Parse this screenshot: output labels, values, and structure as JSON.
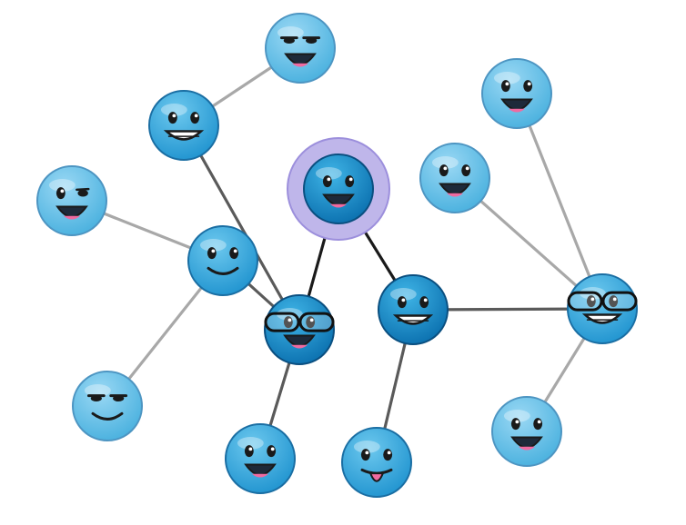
{
  "graph": {
    "nodes": [
      {
        "id": "center",
        "mood": "grin",
        "tone": "dark",
        "highlighted": true
      },
      {
        "id": "glasses-left",
        "mood": "grin",
        "tone": "dark",
        "accessory": "glasses"
      },
      {
        "id": "toothy-middle",
        "mood": "toothy",
        "tone": "dark"
      },
      {
        "id": "glasses-right",
        "mood": "toothy",
        "tone": "light",
        "accessory": "glasses"
      },
      {
        "id": "smile-left",
        "mood": "smile",
        "tone": "light"
      },
      {
        "id": "toothy-upper-left",
        "mood": "toothy",
        "tone": "light"
      },
      {
        "id": "smug-top",
        "mood": "grin",
        "tone": "pale",
        "eyes": "half"
      },
      {
        "id": "grin-far-left",
        "mood": "grin",
        "tone": "pale",
        "eyes": "wink"
      },
      {
        "id": "smirk-lower-left",
        "mood": "smile",
        "tone": "pale",
        "eyes": "half"
      },
      {
        "id": "grin-bottom-left",
        "mood": "grin",
        "tone": "light"
      },
      {
        "id": "tongue-bottom",
        "mood": "tongue",
        "tone": "light"
      },
      {
        "id": "grin-top-right",
        "mood": "grin",
        "tone": "pale"
      },
      {
        "id": "grin-upper-right",
        "mood": "grin",
        "tone": "pale"
      },
      {
        "id": "grin-lower-right",
        "mood": "grin",
        "tone": "pale"
      }
    ],
    "edges": [
      {
        "from": "center",
        "to": "glasses-left",
        "strength": "strong"
      },
      {
        "from": "center",
        "to": "toothy-middle",
        "strength": "strong"
      },
      {
        "from": "toothy-middle",
        "to": "glasses-right",
        "strength": "medium"
      },
      {
        "from": "toothy-middle",
        "to": "tongue-bottom",
        "strength": "medium"
      },
      {
        "from": "glasses-left",
        "to": "smile-left",
        "strength": "medium"
      },
      {
        "from": "glasses-left",
        "to": "toothy-upper-left",
        "strength": "medium"
      },
      {
        "from": "glasses-left",
        "to": "grin-bottom-left",
        "strength": "medium"
      },
      {
        "from": "toothy-upper-left",
        "to": "smug-top",
        "strength": "weak"
      },
      {
        "from": "smile-left",
        "to": "grin-far-left",
        "strength": "weak"
      },
      {
        "from": "smile-left",
        "to": "smirk-lower-left",
        "strength": "weak"
      },
      {
        "from": "glasses-right",
        "to": "grin-top-right",
        "strength": "weak"
      },
      {
        "from": "glasses-right",
        "to": "grin-upper-right",
        "strength": "weak"
      },
      {
        "from": "glasses-right",
        "to": "grin-lower-right",
        "strength": "weak"
      }
    ]
  },
  "colors": {
    "background": "#ffffff",
    "tones": {
      "dark": {
        "top": "#3fb4e6",
        "bottom": "#0a6fae",
        "rim": "#0a4f80"
      },
      "light": {
        "top": "#6cc8ee",
        "bottom": "#1f93cf",
        "rim": "#1a6ea3"
      },
      "pale": {
        "top": "#9ad8f4",
        "bottom": "#48b0de",
        "rim": "#4d95c2"
      }
    },
    "edges": {
      "strong": "#1a1a1a",
      "medium": "#5a5a5a",
      "weak": "#a8a8a8"
    },
    "highlight_fill": "#bfb6ea",
    "highlight_stroke": "#9c8fdc",
    "mouth": "#1e2a3a",
    "tongue": "#f06aa0",
    "teeth": "#ffffff"
  }
}
